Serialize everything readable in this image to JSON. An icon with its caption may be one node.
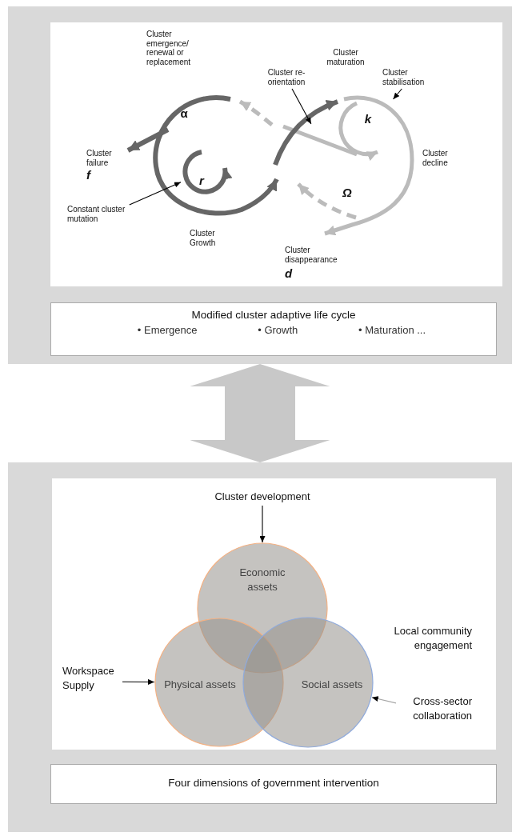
{
  "diagram": {
    "nodes": [
      {
        "text": [],
        "shape": "box"
      },
      {
        "text": [
          "Constant cluster mutation"
        ],
        "in": 0
      },
      {
        "text": [
          "Cluster re-orientation"
        ],
        "in": 0
      },
      {
        "text": [
          "Cluster stabilisation"
        ],
        "in": 0
      },
      {
        "text": [
          "Modified cluster adaptive life cycle",
          "• Emergence",
          "• Growth",
          "• Maturation ..."
        ],
        "in": 0
      },
      {
        "text": [],
        "shape": "box"
      },
      {
        "text": [
          "Cluster development"
        ],
        "in": 5
      },
      {
        "text": [
          "Economic assets"
        ],
        "in": 5
      },
      {
        "text": [
          "Local community engagement"
        ],
        "in": 5
      },
      {
        "text": [
          "Workspace Supply"
        ],
        "in": 5
      },
      {
        "text": [
          "Physical assets"
        ],
        "in": 5
      },
      {
        "text": [
          "Social assets"
        ],
        "in": 5
      },
      {
        "text": [
          "Cross-sector collaboration"
        ],
        "in": 5
      },
      {
        "text": [
          "Four dimensions of government intervention"
        ],
        "in": 5
      },
      {
        "text": [],
        "shape": "circle",
        "in": 0
      },
      {
        "text": [],
        "shape": "bar",
        "in": 0
      },
      {
        "text": [],
        "shape": "circle",
        "in": 0
      }
    ],
    "edges": [
      {
        "from": 0,
        "to": 5,
        "arrow": "both",
        "style": "thick",
        "color": "#c8c8c8"
      },
      {
        "from": 1,
        "to": 14,
        "arrow": "to"
      },
      {
        "from": 2,
        "to": 15,
        "arrow": "to"
      },
      {
        "from": 3,
        "to": 16,
        "arrow": "to"
      },
      {
        "from": 6,
        "to": 7,
        "arrow": "to"
      },
      {
        "from": 9,
        "to": 10,
        "arrow": "to"
      },
      {
        "from": 12,
        "to": 11,
        "arrow": "to",
        "color": "#a6a6a6"
      }
    ],
    "labels": [
      "Cluster emergence/ renewal or replacement",
      "α",
      "Cluster maturation",
      "k",
      "Cluster failure",
      "f",
      "r",
      "Cluster decline",
      "Ω",
      "Cluster Growth",
      "Cluster disappearance",
      "d"
    ]
  }
}
